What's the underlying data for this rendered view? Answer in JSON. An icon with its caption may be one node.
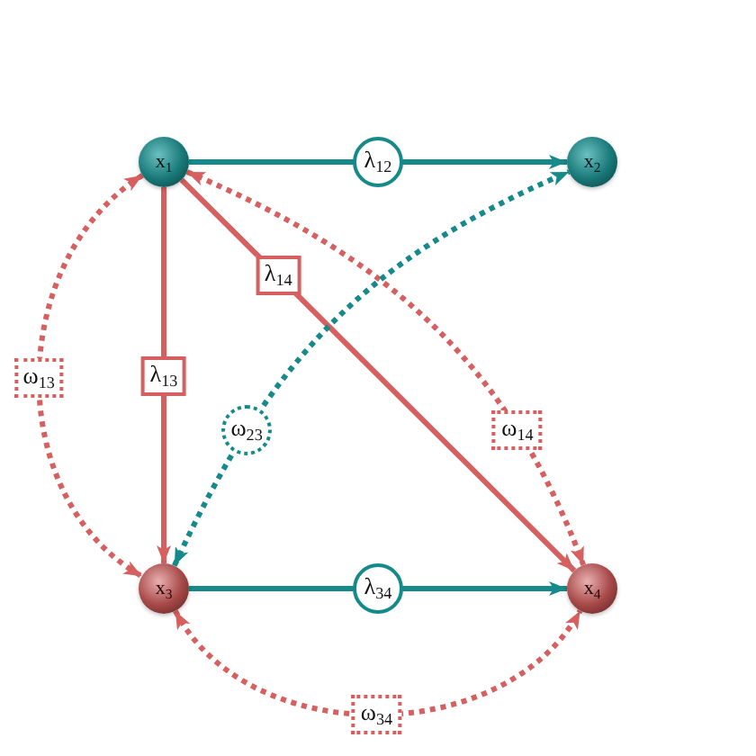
{
  "diagram": {
    "nodes": [
      {
        "text": [
          "x$_{1}$"
        ]
      },
      {
        "text": [
          "x$_{2}$"
        ]
      },
      {
        "text": [
          "x$_{3}$"
        ]
      },
      {
        "text": [
          "x$_{4}$"
        ]
      }
    ],
    "edges": [
      {
        "from": 0,
        "to": 1,
        "arrow": "to",
        "label": "λ$_{12}$",
        "color": "#168a8a"
      },
      {
        "from": 0,
        "to": 2,
        "arrow": "to",
        "label": "λ$_{13}$"
      },
      {
        "from": 0,
        "to": 3,
        "arrow": "to",
        "label": "λ$_{14}$"
      },
      {
        "from": 2,
        "to": 3,
        "arrow": "to",
        "label": "λ$_{34}$",
        "color": "#168a8a"
      },
      {
        "from": 0,
        "to": 2,
        "arrow": "both",
        "label": "ω$_{13}$",
        "style": "dashed"
      },
      {
        "from": 0,
        "to": 3,
        "arrow": "both",
        "label": "ω$_{14}$",
        "style": "dashed"
      },
      {
        "from": 2,
        "to": 1,
        "arrow": "both",
        "label": "ω$_{23}$",
        "style": "dashed",
        "color": "#168a8a"
      },
      {
        "from": 2,
        "to": 3,
        "arrow": "both",
        "label": "ω$_{34}$",
        "style": "dashed"
      }
    ]
  }
}
